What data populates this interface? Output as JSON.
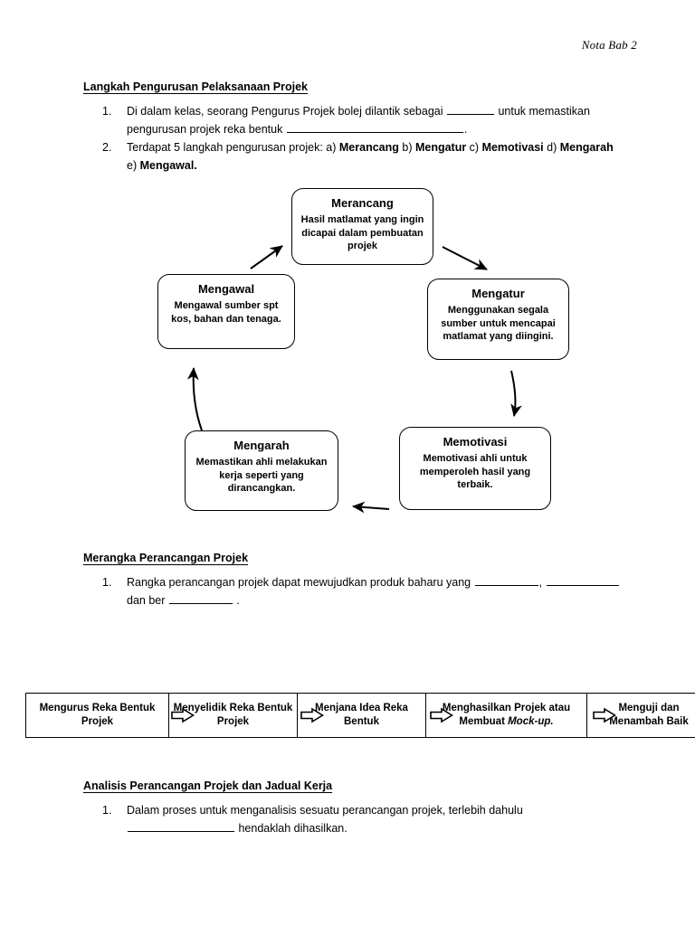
{
  "header": {
    "note": "Nota Bab 2"
  },
  "sections": {
    "langkah": {
      "heading": "Langkah Pengurusan Pelaksanaan Projek",
      "items": [
        {
          "num": "1.",
          "parts": [
            {
              "t": "text",
              "v": "Di dalam kelas, seorang Pengurus Projek bolej dilantik sebagai "
            },
            {
              "t": "blank",
              "v": "blank-s"
            },
            {
              "t": "text",
              "v": " untuk memastikan pengurusan projek reka bentuk "
            },
            {
              "t": "blank",
              "v": "blank-xxl"
            },
            {
              "t": "text",
              "v": "."
            }
          ]
        },
        {
          "num": "2.",
          "parts": [
            {
              "t": "text",
              "v": "Terdapat 5 langkah pengurusan projek: a) "
            },
            {
              "t": "bold",
              "v": "Merancang"
            },
            {
              "t": "text",
              "v": " b) "
            },
            {
              "t": "bold",
              "v": "Mengatur"
            },
            {
              "t": "text",
              "v": " c) "
            },
            {
              "t": "bold",
              "v": "Memotivasi"
            },
            {
              "t": "text",
              "v": " d) "
            },
            {
              "t": "bold",
              "v": "Mengarah"
            },
            {
              "t": "text",
              "v": " e) "
            },
            {
              "t": "bold",
              "v": "Mengawal."
            }
          ]
        }
      ]
    },
    "merangka": {
      "heading": "Merangka Perancangan Projek",
      "items": [
        {
          "num": "1.",
          "parts": [
            {
              "t": "text",
              "v": "Rangka perancangan projek dapat mewujudkan produk baharu yang "
            },
            {
              "t": "blank",
              "v": "blank-m"
            },
            {
              "t": "text",
              "v": ", "
            },
            {
              "t": "blank",
              "v": "blank-l"
            },
            {
              "t": "text",
              "v": " dan ber "
            },
            {
              "t": "blank",
              "v": "blank-m"
            },
            {
              "t": "text",
              "v": " ."
            }
          ]
        }
      ]
    },
    "analisis": {
      "heading": "Analisis Perancangan Projek dan Jadual Kerja",
      "items": [
        {
          "num": "1.",
          "parts": [
            {
              "t": "text",
              "v": "Dalam proses untuk menganalisis sesuatu perancangan projek, terlebih dahulu "
            },
            {
              "t": "blank",
              "v": "blank-xl"
            },
            {
              "t": "text",
              "v": " hendaklah dihasilkan."
            }
          ]
        }
      ]
    }
  },
  "cycle_diagram": {
    "nodes": [
      {
        "id": "merancang",
        "title": "Merancang",
        "desc": "Hasil matlamat yang ingin dicapai dalam pembuatan projek"
      },
      {
        "id": "mengatur",
        "title": "Mengatur",
        "desc": "Menggunakan segala sumber untuk mencapai matlamat yang diingini."
      },
      {
        "id": "memotivasi",
        "title": "Memotivasi",
        "desc": "Memotivasi ahli untuk memperoleh hasil yang terbaik."
      },
      {
        "id": "mengarah",
        "title": "Mengarah",
        "desc": "Memastikan ahli melakukan kerja seperti yang dirancangkan."
      },
      {
        "id": "mengawal",
        "title": "Mengawal",
        "desc": "Mengawal sumber spt kos, bahan dan tenaga."
      }
    ],
    "arrows": [
      {
        "from": "merancang",
        "to": "mengatur"
      },
      {
        "from": "mengatur",
        "to": "memotivasi"
      },
      {
        "from": "memotivasi",
        "to": "mengarah"
      },
      {
        "from": "mengarah",
        "to": "mengawal"
      },
      {
        "from": "mengawal",
        "to": "merancang"
      }
    ]
  },
  "flow_band": {
    "cells": [
      {
        "text": "Mengurus Reka Bentuk Projek"
      },
      {
        "text": "Menyelidik Reka Bentuk Projek"
      },
      {
        "text": "Menjana Idea Reka Bentuk"
      },
      {
        "text": "Menghasilkan Projek atau Membuat ",
        "italic": "Mock-up."
      },
      {
        "text": "Menguji dan Menambah Baik"
      }
    ],
    "separator_icon": "right-arrow-icon"
  }
}
